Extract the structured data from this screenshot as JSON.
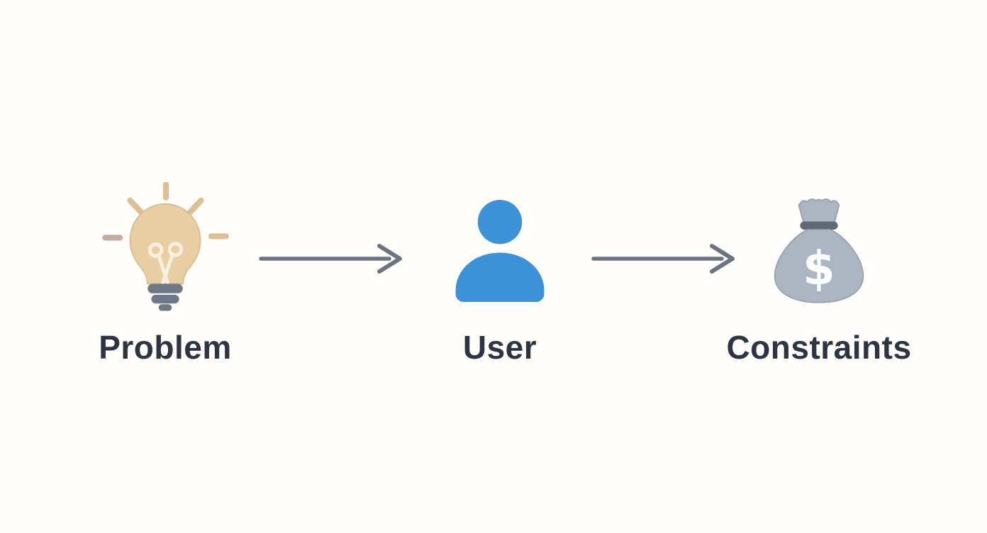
{
  "diagram": {
    "nodes": [
      {
        "id": "problem",
        "label": "Problem",
        "icon": "lightbulb-icon"
      },
      {
        "id": "user",
        "label": "User",
        "icon": "person-icon"
      },
      {
        "id": "constraints",
        "label": "Constraints",
        "icon": "money-bag-icon",
        "symbol": "$"
      }
    ],
    "connectors": [
      {
        "from": "Problem",
        "to": "User",
        "type": "arrow"
      },
      {
        "from": "User",
        "to": "Constraints",
        "type": "arrow"
      }
    ],
    "colors": {
      "background": "#fffefb",
      "label_text": "#2d3542",
      "arrow": "#6b7580",
      "bulb_fill": "#e9cda3",
      "bulb_outline": "#dcbf94",
      "bulb_ray": "#dcc094",
      "bulb_ray_accent": "#cba9a3",
      "bulb_filament": "#f8f0df",
      "bulb_base": "#6e7887",
      "person_fill": "#3d92d7",
      "bag_fill": "#abb6c2",
      "bag_outline": "#96a2ae",
      "bag_band": "#5f6a76",
      "bag_symbol": "#fcfcfc"
    }
  }
}
